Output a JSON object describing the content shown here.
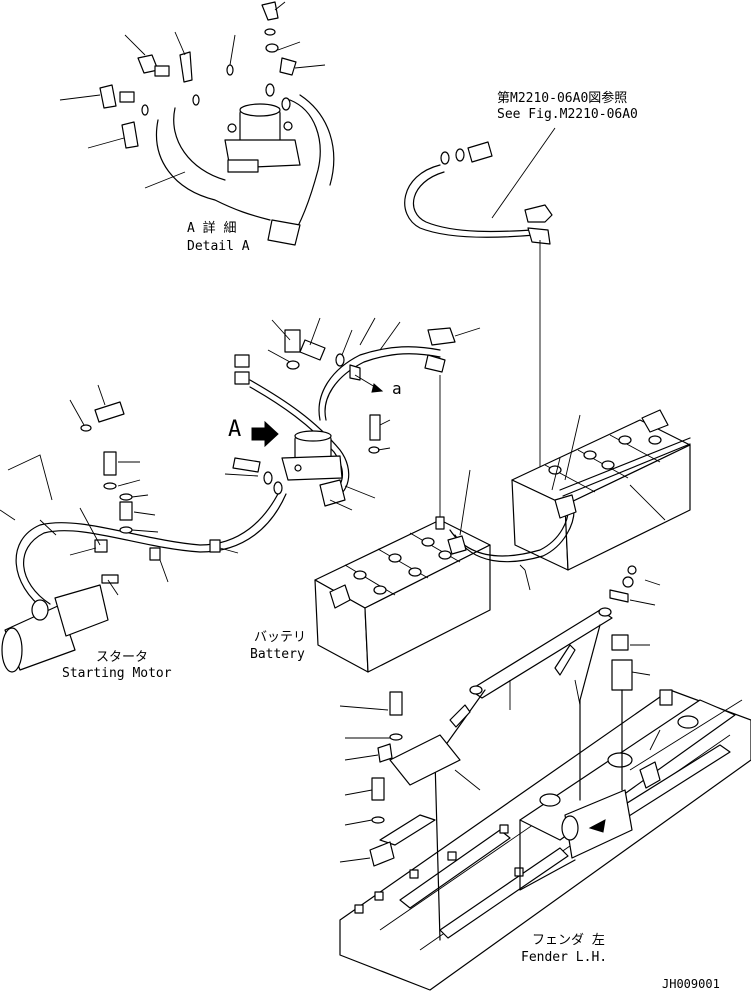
{
  "reference": {
    "jp": "第M2210-06A0図参照",
    "en": "See Fig.M2210-06A0"
  },
  "detail": {
    "jp": "A 詳 細",
    "en": "Detail A"
  },
  "view_marker": "A",
  "section_marker": "a",
  "starting_motor": {
    "jp": "スタータ",
    "en": "Starting Motor"
  },
  "battery": {
    "jp": "バッテリ",
    "en": "Battery"
  },
  "fender": {
    "jp": "フェンダ 左",
    "en": "Fender L.H."
  },
  "drawing_number": "JH009001"
}
